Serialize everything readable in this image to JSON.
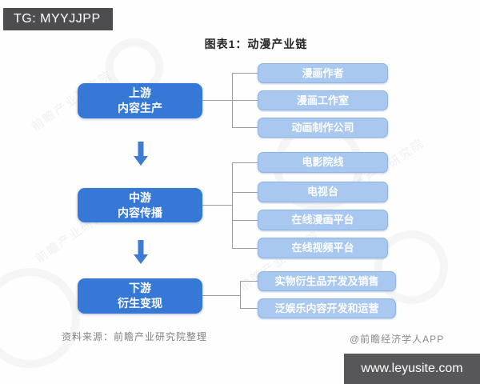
{
  "banner_top": {
    "text": "TG: MYYJJPP"
  },
  "banner_bottom": {
    "text": "www.leyusite.com"
  },
  "title": "图表1：动漫产业链",
  "chain": {
    "stages": [
      {
        "name": "upstream",
        "label_line1": "上游",
        "label_line2": "内容生产",
        "children": [
          "漫画作者",
          "漫画工作室",
          "动画制作公司"
        ]
      },
      {
        "name": "midstream",
        "label_line1": "中游",
        "label_line2": "内容传播",
        "children": [
          "电影院线",
          "电视台",
          "在线漫画平台",
          "在线视频平台"
        ]
      },
      {
        "name": "downstream",
        "label_line1": "下游",
        "label_line2": "衍生变现",
        "children": [
          "实物衍生品开发及销售",
          "泛娱乐内容开发和运营"
        ]
      }
    ]
  },
  "footer": {
    "source": "资料来源：前瞻产业研究院整理",
    "credit": "@前瞻经济学人APP"
  },
  "watermark": {
    "text": "前瞻产业研究院"
  },
  "colors": {
    "stage_blue": "#3578d5",
    "child_blue": "#a9c8ef",
    "child_border": "#8fb3e2",
    "arrow_blue": "#3e7cd2",
    "connector_gray": "#9c9c9c",
    "banner_dark": "#4d4d4f",
    "banner_bottom_dark": "#57575a"
  }
}
